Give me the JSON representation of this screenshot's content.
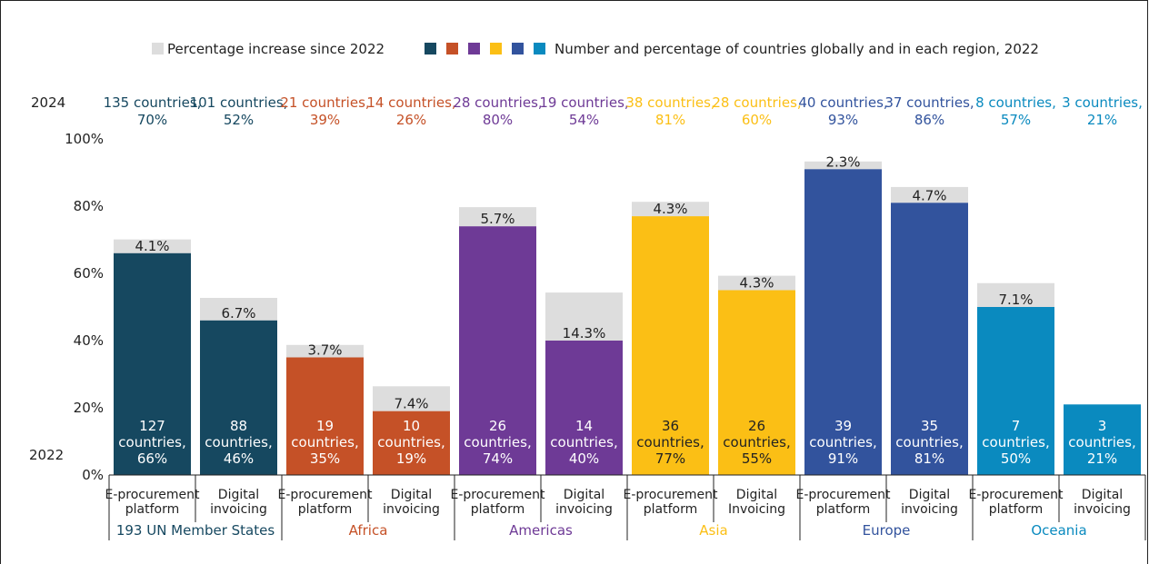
{
  "chart_data": {
    "type": "bar",
    "legend": {
      "increase_label": "Percentage increase since 2022",
      "base_label": "Number and percentage of countries globally and in each region, 2022",
      "placement": "top"
    },
    "year_labels": {
      "top": "2024",
      "bottom": "2022"
    },
    "y_axis": {
      "min": 0,
      "max": 100,
      "ticks": [
        "0%",
        "20%",
        "40%",
        "60%",
        "80%",
        "100%"
      ]
    },
    "groups": [
      {
        "name": "193 UN Member States",
        "color": "#164860"
      },
      {
        "name": "Africa",
        "color": "#C55127"
      },
      {
        "name": "Americas",
        "color": "#6E3A96"
      },
      {
        "name": "Asia",
        "color": "#FBBF15"
      },
      {
        "name": "Europe",
        "color": "#32539D"
      },
      {
        "name": "Oceania",
        "color": "#0A8ABF"
      }
    ],
    "increase_color": "#DDDDDD",
    "bars": [
      {
        "group": 0,
        "category": [
          "E-procurement",
          "platform"
        ],
        "value_2022": 66,
        "increase": 4.1,
        "increase_label": "4.1%",
        "base_label": [
          "127",
          "countries,",
          "66%"
        ],
        "top_label": [
          "135 countries,",
          "70%"
        ]
      },
      {
        "group": 0,
        "category": [
          "Digital",
          "invoicing"
        ],
        "value_2022": 46,
        "increase": 6.7,
        "increase_label": "6.7%",
        "base_label": [
          "88",
          "countries,",
          "46%"
        ],
        "top_label": [
          "101 countries,",
          "52%"
        ]
      },
      {
        "group": 1,
        "category": [
          "E-procurement",
          "platform"
        ],
        "value_2022": 35,
        "increase": 3.7,
        "increase_label": "3.7%",
        "base_label": [
          "19",
          "countries,",
          "35%"
        ],
        "top_label": [
          "21 countries,",
          "39%"
        ]
      },
      {
        "group": 1,
        "category": [
          "Digital",
          "invoicing"
        ],
        "value_2022": 19,
        "increase": 7.4,
        "increase_label": "7.4%",
        "base_label": [
          "10",
          "countries,",
          "19%"
        ],
        "top_label": [
          "14 countries,",
          "26%"
        ]
      },
      {
        "group": 2,
        "category": [
          "E-procurement",
          "platform"
        ],
        "value_2022": 74,
        "increase": 5.7,
        "increase_label": "5.7%",
        "base_label": [
          "26",
          "countries,",
          "74%"
        ],
        "top_label": [
          "28 countries,",
          "80%"
        ]
      },
      {
        "group": 2,
        "category": [
          "Digital",
          "invoicing"
        ],
        "value_2022": 40,
        "increase": 14.3,
        "increase_label": "14.3%",
        "base_label": [
          "14",
          "countries,",
          "40%"
        ],
        "top_label": [
          "19 countries,",
          "54%"
        ]
      },
      {
        "group": 3,
        "category": [
          "E-procurement",
          "platform"
        ],
        "value_2022": 77,
        "increase": 4.3,
        "increase_label": "4.3%",
        "base_label": [
          "36",
          "countries,",
          "77%"
        ],
        "top_label": [
          "38 countries,",
          "81%"
        ]
      },
      {
        "group": 3,
        "category": [
          "Digital",
          "Invoicing"
        ],
        "value_2022": 55,
        "increase": 4.3,
        "increase_label": "4.3%",
        "base_label": [
          "26",
          "countries,",
          "55%"
        ],
        "top_label": [
          "28 countries,",
          "60%"
        ]
      },
      {
        "group": 4,
        "category": [
          "E-procurement",
          "platform"
        ],
        "value_2022": 91,
        "increase": 2.3,
        "increase_label": "2.3%",
        "base_label": [
          "39",
          "countries,",
          "91%"
        ],
        "top_label": [
          "40 countries,",
          "93%"
        ]
      },
      {
        "group": 4,
        "category": [
          "Digital",
          "invoicing"
        ],
        "value_2022": 81,
        "increase": 4.7,
        "increase_label": "4.7%",
        "base_label": [
          "35",
          "countries,",
          "81%"
        ],
        "top_label": [
          "37 countries,",
          "86%"
        ]
      },
      {
        "group": 5,
        "category": [
          "E-procurement",
          "platform"
        ],
        "value_2022": 50,
        "increase": 7.1,
        "increase_label": "7.1%",
        "base_label": [
          "7",
          "countries,",
          "50%"
        ],
        "top_label": [
          "8 countries,",
          "57%"
        ]
      },
      {
        "group": 5,
        "category": [
          "Digital",
          "invoicing"
        ],
        "value_2022": 21,
        "increase": 0,
        "increase_label": "",
        "base_label": [
          "3",
          "countries,",
          "21%"
        ],
        "top_label": [
          "3 countries,",
          "21%"
        ]
      }
    ]
  }
}
